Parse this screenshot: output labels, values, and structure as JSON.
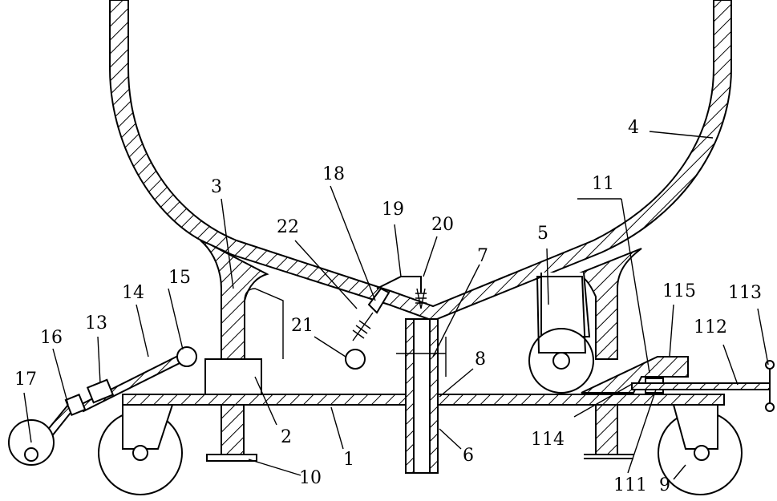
{
  "labels": {
    "l1": "1",
    "l2": "2",
    "l3": "3",
    "l4": "4",
    "l5": "5",
    "l6": "6",
    "l7": "7",
    "l8": "8",
    "l9": "9",
    "l10": "10",
    "l11": "11",
    "l13": "13",
    "l14": "14",
    "l15": "15",
    "l16": "16",
    "l17": "17",
    "l18": "18",
    "l19": "19",
    "l20": "20",
    "l21": "21",
    "l22": "22",
    "l111": "111",
    "l112": "112",
    "l113": "113",
    "l114": "114",
    "l115": "115"
  }
}
